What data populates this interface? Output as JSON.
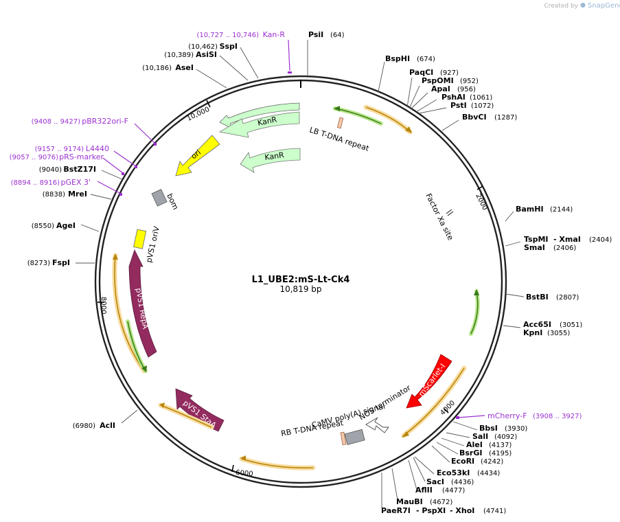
{
  "watermark": {
    "prefix": "Created by",
    "brand": "SnapGene"
  },
  "plasmid": {
    "name": "L1_UBE2:mS-Lt-Ck4",
    "size_label": "10,819 bp",
    "length": 10819
  },
  "ticks": [
    "2000",
    "4000",
    "6000",
    "8000",
    "10,000"
  ],
  "sites": [
    {
      "name": "PsiI",
      "pos": "(64)"
    },
    {
      "name": "BspHI",
      "pos": "(674)"
    },
    {
      "name": "PaqCI",
      "pos": "(927)"
    },
    {
      "name": "PspOMI",
      "pos": "(952)"
    },
    {
      "name": "ApaI",
      "pos": "(956)"
    },
    {
      "name": "PshAI",
      "pos": "(1061)"
    },
    {
      "name": "PstI",
      "pos": "(1072)"
    },
    {
      "name": "BbvCI",
      "pos": "(1287)"
    },
    {
      "name": "BamHI",
      "pos": "(2144)"
    },
    {
      "name": "TspMI",
      "name2": "- XmaI",
      "pos": "(2404)"
    },
    {
      "name": "SmaI",
      "pos": "(2406)"
    },
    {
      "name": "BstBI",
      "pos": "(2807)"
    },
    {
      "name": "Acc65I",
      "pos": "(3051)"
    },
    {
      "name": "KpnI",
      "pos": "(3055)"
    },
    {
      "name": "BbsI",
      "pos": "(3930)"
    },
    {
      "name": "SalI",
      "pos": "(4092)"
    },
    {
      "name": "AleI",
      "pos": "(4137)"
    },
    {
      "name": "BsrGI",
      "pos": "(4195)"
    },
    {
      "name": "EcoRI",
      "pos": "(4242)"
    },
    {
      "name": "Eco53kI",
      "pos": "(4434)"
    },
    {
      "name": "SacI",
      "pos": "(4436)"
    },
    {
      "name": "AflII",
      "pos": "(4477)"
    },
    {
      "name": "MauBI",
      "pos": "(4672)"
    },
    {
      "name": "PaeR7I",
      "name2": "- PspXI",
      "name3": "- XhoI",
      "pos": "(4741)"
    },
    {
      "name": "AclI",
      "pos": "(6980)"
    },
    {
      "name": "FspI",
      "pos": "(8273)"
    },
    {
      "name": "AgeI",
      "pos": "(8550)"
    },
    {
      "name": "MreI",
      "pos": "(8838)"
    },
    {
      "name": "BstZ17I",
      "pos": "(9040)"
    },
    {
      "name": "AseI",
      "pos": "(10,186)"
    },
    {
      "name": "AsiSI",
      "pos": "(10,389)"
    },
    {
      "name": "SspI",
      "pos": "(10,462)"
    }
  ],
  "primers": [
    {
      "name": "Kan-R",
      "pos": "(10,727 .. 10,746)"
    },
    {
      "name": "pBR322ori-F",
      "pos": "(9408 .. 9427)"
    },
    {
      "name": "L4440",
      "pos": "(9157 .. 9174)"
    },
    {
      "name": "pRS-marker",
      "pos": "(9057 .. 9076)"
    },
    {
      "name": "pGEX 3'",
      "pos": "(8894 .. 8916)"
    },
    {
      "name": "mCherry-F",
      "pos": "(3908 .. 3927)"
    }
  ],
  "features": {
    "kanr_outer": "KanR",
    "kanr_inner": "KanR",
    "ori": "ori",
    "bom": "bom",
    "pvs1_oriv": "pVS1 oriV",
    "pvs1_repa": "pVS1 RepA",
    "pvs1_staa": "pVS1 StaA",
    "mscarlet": "mScarlet-I",
    "lb_repeat": "LB T-DNA repeat",
    "rb_repeat": "RB T-DNA repeat",
    "factor_xa": "Factor Xa site",
    "camv_polya": "CaMV poly(A) signal",
    "nos_term": "NOS terminator"
  },
  "colors": {
    "backbone": "#222222",
    "primer": "#9b30d0",
    "kanr": "#ccffcc",
    "ori": "#ffff00",
    "bom": "#a0a4aa",
    "pvs1_protein": "#932b5f",
    "mscarlet": "#ff0000",
    "orange_feature": "#f0c070",
    "green_feature": "#99dd66",
    "lb": "#f6c8a8"
  }
}
